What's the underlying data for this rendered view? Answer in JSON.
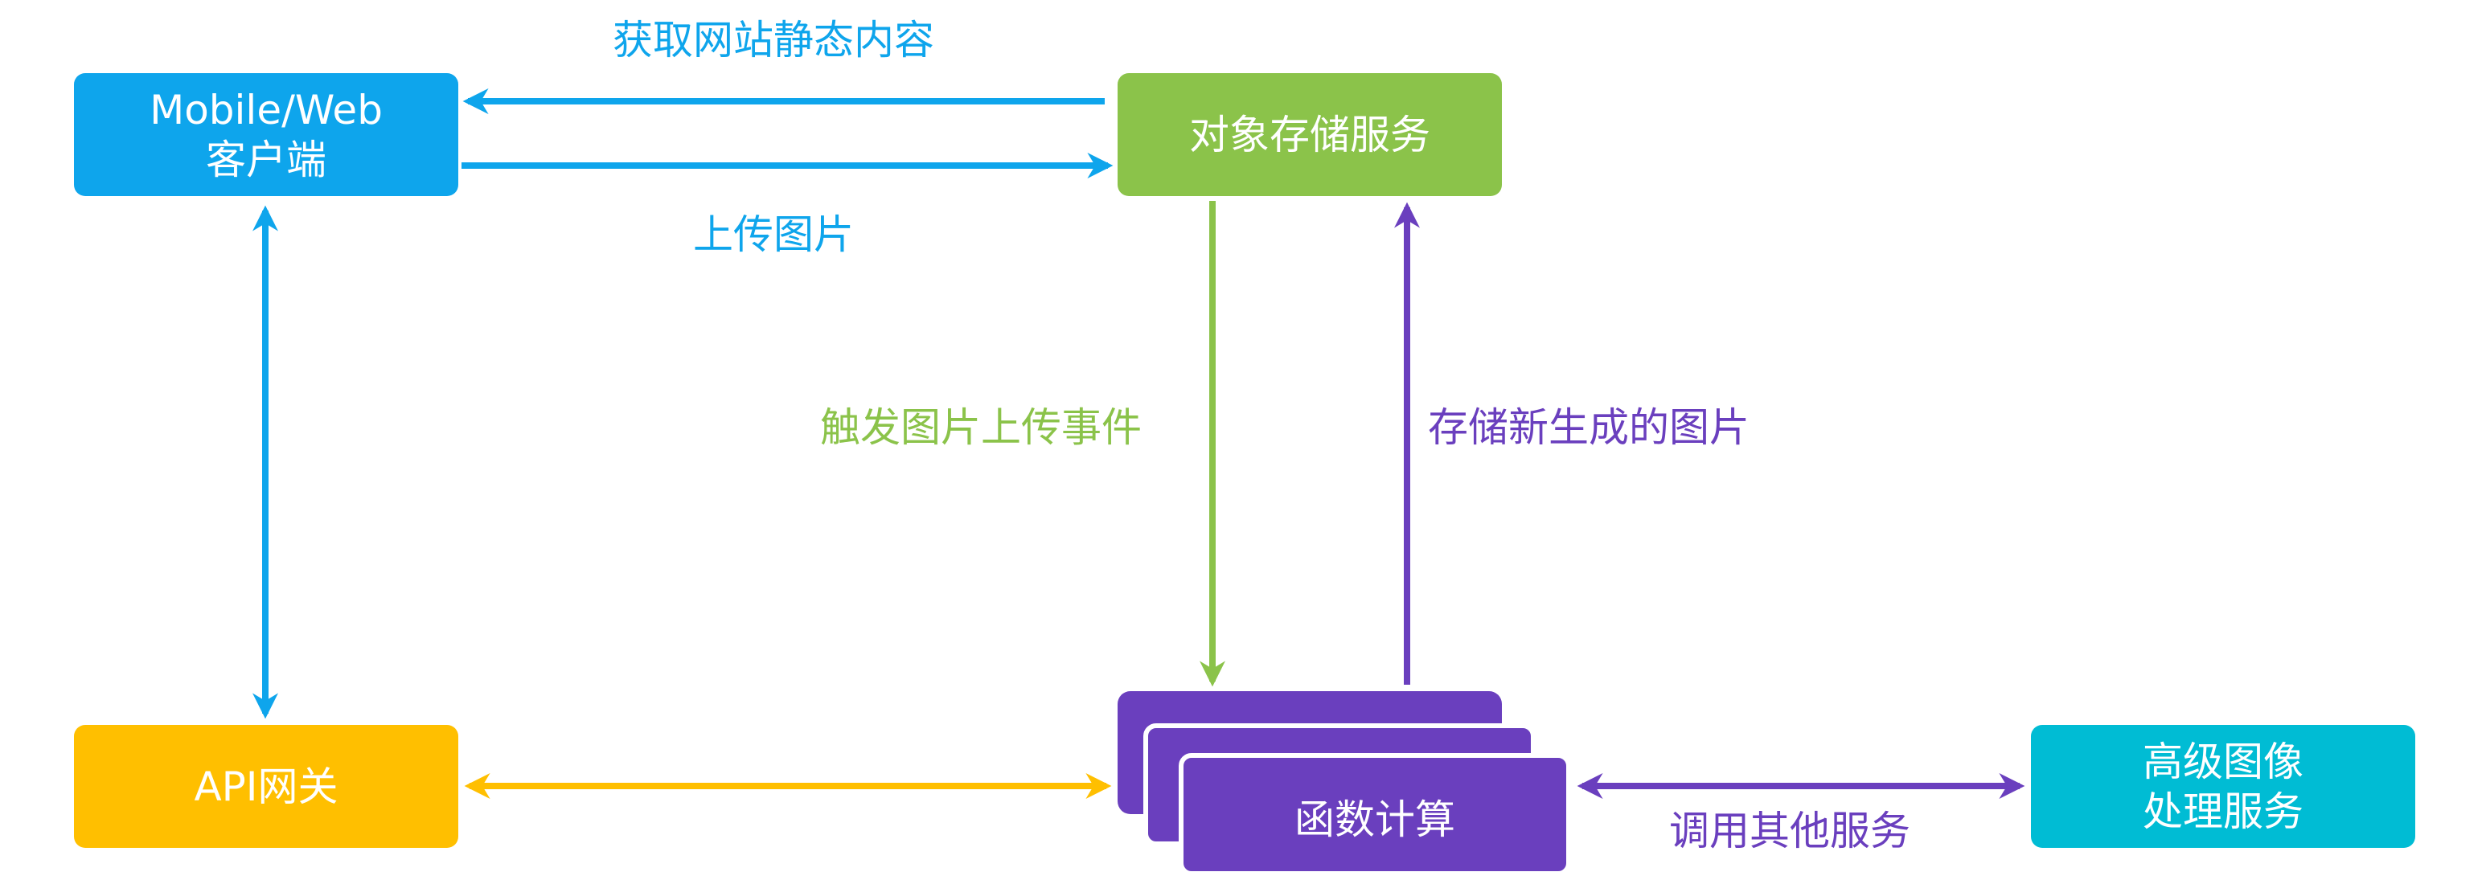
{
  "nodes": {
    "client": {
      "line1": "Mobile/Web",
      "line2": "客户端"
    },
    "storage": {
      "label": "对象存储服务"
    },
    "gateway": {
      "label": "API网关"
    },
    "compute": {
      "label": "函数计算"
    },
    "image": {
      "line1": "高级图像",
      "line2": "处理服务"
    }
  },
  "edges": {
    "fetch": "获取网站静态内容",
    "upload": "上传图片",
    "trigger": "触发图片上传事件",
    "store": "存储新生成的图片",
    "call": "调用其他服务"
  },
  "colors": {
    "blue": "#0ea5ec",
    "green": "#8bc34a",
    "yellow": "#ffbf00",
    "purple": "#6a3fbe",
    "teal": "#00bcd4"
  }
}
